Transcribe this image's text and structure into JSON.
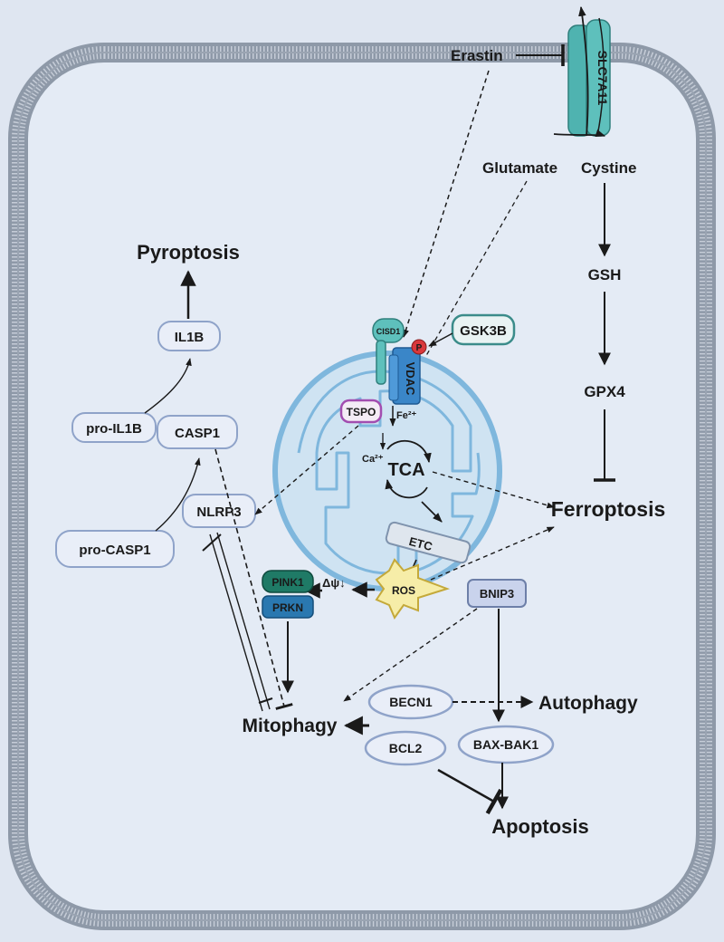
{
  "labels": {
    "erastin": "Erastin",
    "slc7a11": "SLC7A11",
    "glutamate": "Glutamate",
    "cystine": "Cystine",
    "gsh": "GSH",
    "gpx4": "GPX4",
    "ferroptosis": "Ferroptosis",
    "pyroptosis": "Pyroptosis",
    "il1b": "IL1B",
    "pro_il1b": "pro-IL1B",
    "casp1": "CASP1",
    "nlrp3": "NLRP3",
    "pro_casp1": "pro-CASP1",
    "cisd1": "CISD1",
    "vdac": "VDAC",
    "p": "P",
    "gsk3b": "GSK3B",
    "tspo": "TSPO",
    "fe": "Fe²⁺",
    "ca": "Ca²⁺",
    "tca": "TCA",
    "etc": "ETC",
    "ros": "ROS",
    "delta_psi": "Δψ↓",
    "pink1": "PINK1",
    "prkn": "PRKN",
    "bnip3": "BNIP3",
    "mitophagy": "Mitophagy",
    "becn1": "BECN1",
    "bcl2": "BCL2",
    "bax_bak1": "BAX-BAK1",
    "autophagy": "Autophagy",
    "apoptosis": "Apoptosis"
  },
  "colors": {
    "background": "#dfe6f1",
    "cell_inside": "#e4ebf5",
    "membrane": "#9aa5b4",
    "mito_fill": "#cfe3f2",
    "mito_stroke": "#7fb7dd",
    "node_stroke": "#8fa3c9",
    "pink1": "#1f7a66",
    "prkn": "#2a78b0",
    "bnip3": "#c9d3ec",
    "vdac": "#3a86c8",
    "slc7a11": "#4fb3b0",
    "gsk3b_stroke": "#3b8c8a",
    "tspo_stroke": "#a24db0",
    "ros": "#f6eda8",
    "p_marker": "#d9383c"
  }
}
